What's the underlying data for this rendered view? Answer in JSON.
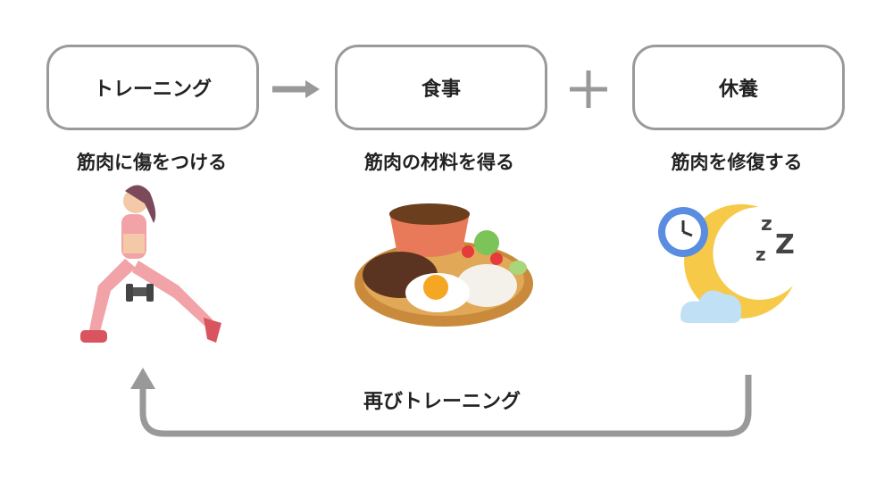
{
  "steps": [
    {
      "label": "トレーニング",
      "caption": "筋肉に傷をつける"
    },
    {
      "label": "食事",
      "caption": "筋肉の材料を得る"
    },
    {
      "label": "休養",
      "caption": "筋肉を修復する"
    }
  ],
  "loop_label": "再びトレーニング",
  "sleep_letters": [
    "z",
    "z",
    "Z"
  ],
  "colors": {
    "border": "#9a9a9a",
    "arrow": "#999999",
    "text": "#222222"
  }
}
